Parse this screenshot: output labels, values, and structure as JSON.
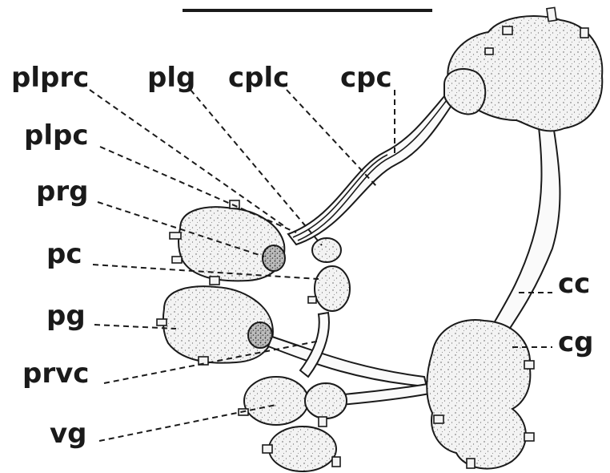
{
  "figure": {
    "labels": {
      "plprc": "plprc",
      "plg": "plg",
      "cplc": "cplc",
      "cpc": "cpc",
      "plpc": "plpc",
      "prg": "prg",
      "pc": "pc",
      "pg": "pg",
      "prvc": "prvc",
      "vg": "vg",
      "cc": "cc",
      "cg": "cg"
    },
    "colors": {
      "ink": "#1a1a1a",
      "paper": "#ffffff"
    }
  }
}
